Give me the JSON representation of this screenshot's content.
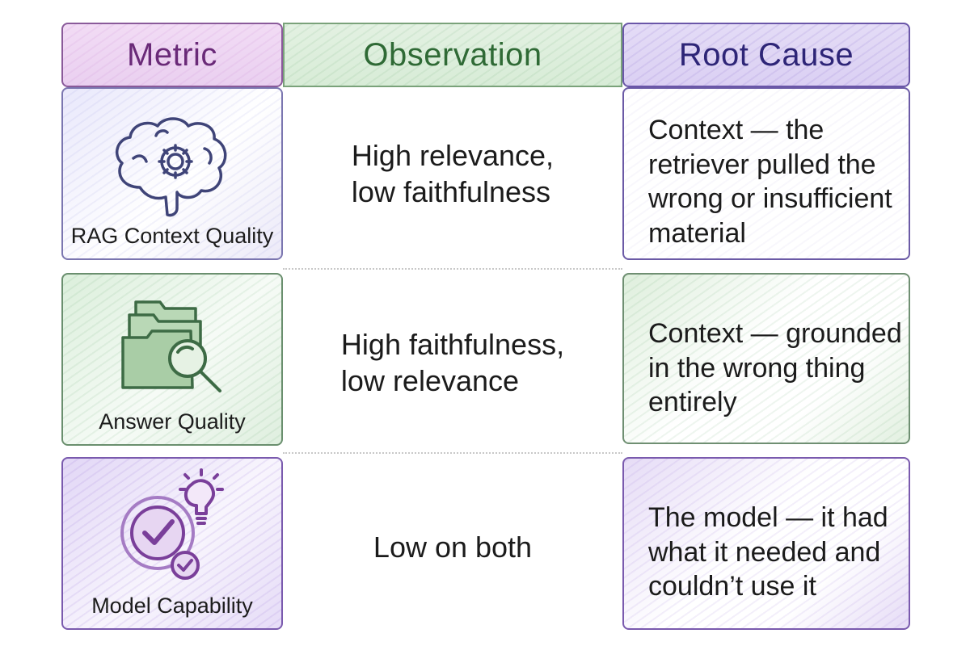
{
  "headers": {
    "metric": "Metric",
    "observation": "Observation",
    "root_cause": "Root Cause"
  },
  "rows": [
    {
      "metric": "RAG Context Quality",
      "icon": "brain-gear-icon",
      "observation_line1": "High relevance,",
      "observation_line2": "low faithfulness",
      "root_cause": "Context — the retriever pulled the wrong or insufficient material"
    },
    {
      "metric": "Answer Quality",
      "icon": "folder-magnifier-icon",
      "observation_line1": "High faithfulness,",
      "observation_line2": "low relevance",
      "root_cause": "Context — grounded in the wrong thing entirely"
    },
    {
      "metric": "Model Capability",
      "icon": "target-check-lightbulb-icon",
      "observation_line1": "Low on both",
      "observation_line2": "",
      "root_cause": "The model — it had what it needed and couldn’t use it"
    }
  ],
  "colors": {
    "metric_header": "#6a2a78",
    "observation_header": "#2f6a35",
    "root_header": "#2e2577"
  }
}
